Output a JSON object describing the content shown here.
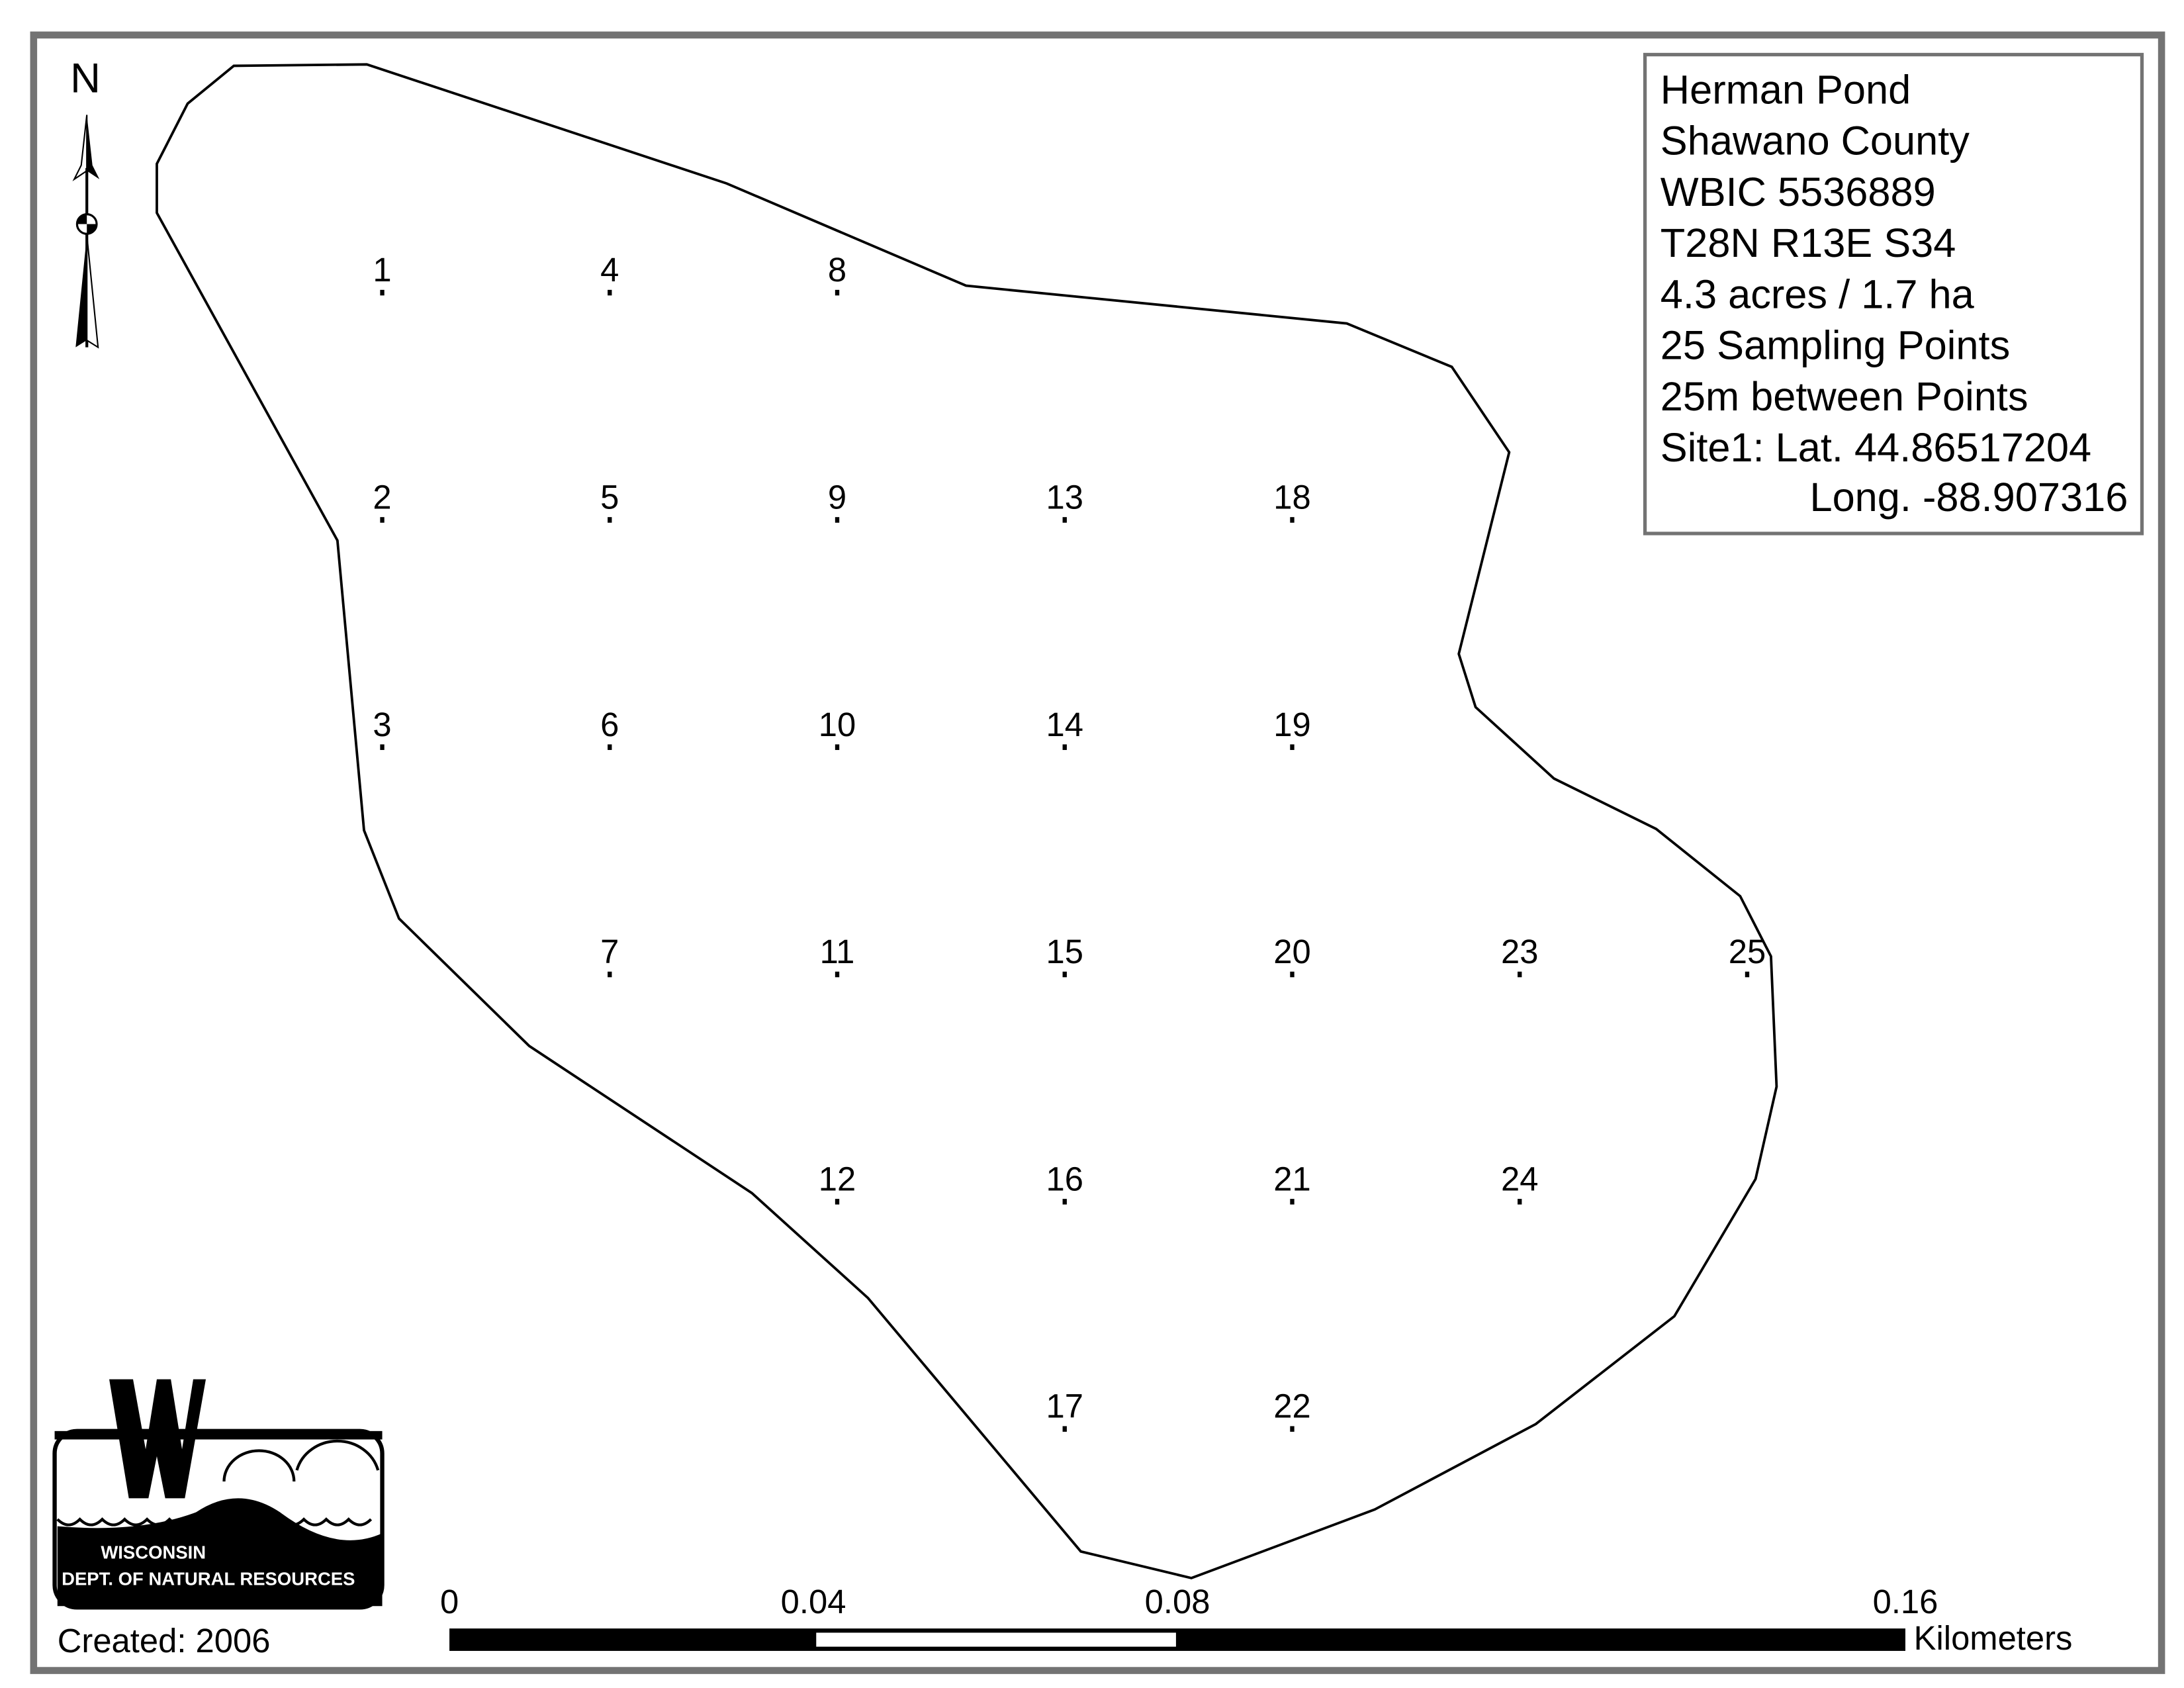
{
  "map": {
    "north_label": "N",
    "legend": {
      "lines": [
        "Herman Pond",
        "Shawano County",
        "WBIC 5536889",
        "T28N R13E S34",
        "4.3 acres / 1.7 ha",
        "25 Sampling Points",
        "25m between Points",
        "Site1: Lat. 44.86517204"
      ],
      "long_line": "Long. -88.907316"
    },
    "sampling_points": [
      {
        "id": "1",
        "col": 0,
        "row": 0
      },
      {
        "id": "2",
        "col": 0,
        "row": 1
      },
      {
        "id": "3",
        "col": 0,
        "row": 2
      },
      {
        "id": "4",
        "col": 1,
        "row": 0
      },
      {
        "id": "5",
        "col": 1,
        "row": 1
      },
      {
        "id": "6",
        "col": 1,
        "row": 2
      },
      {
        "id": "7",
        "col": 1,
        "row": 3
      },
      {
        "id": "8",
        "col": 2,
        "row": 0
      },
      {
        "id": "9",
        "col": 2,
        "row": 1
      },
      {
        "id": "10",
        "col": 2,
        "row": 2
      },
      {
        "id": "11",
        "col": 2,
        "row": 3
      },
      {
        "id": "12",
        "col": 2,
        "row": 4
      },
      {
        "id": "13",
        "col": 3,
        "row": 1
      },
      {
        "id": "14",
        "col": 3,
        "row": 2
      },
      {
        "id": "15",
        "col": 3,
        "row": 3
      },
      {
        "id": "16",
        "col": 3,
        "row": 4
      },
      {
        "id": "17",
        "col": 3,
        "row": 5
      },
      {
        "id": "18",
        "col": 4,
        "row": 1
      },
      {
        "id": "19",
        "col": 4,
        "row": 2
      },
      {
        "id": "20",
        "col": 4,
        "row": 3
      },
      {
        "id": "21",
        "col": 4,
        "row": 4
      },
      {
        "id": "22",
        "col": 4,
        "row": 5
      },
      {
        "id": "23",
        "col": 5,
        "row": 3
      },
      {
        "id": "24",
        "col": 5,
        "row": 4
      },
      {
        "id": "25",
        "col": 6,
        "row": 3
      }
    ],
    "scale_bar": {
      "ticks": [
        "0",
        "0.04",
        "0.08",
        "0.16"
      ],
      "unit": "Kilometers"
    },
    "created": "Created: 2006",
    "logo": {
      "line1": "WISCONSIN",
      "line2": "DEPT. OF NATURAL RESOURCES"
    },
    "colors": {
      "frame": "#737373",
      "ink": "#000000"
    }
  }
}
